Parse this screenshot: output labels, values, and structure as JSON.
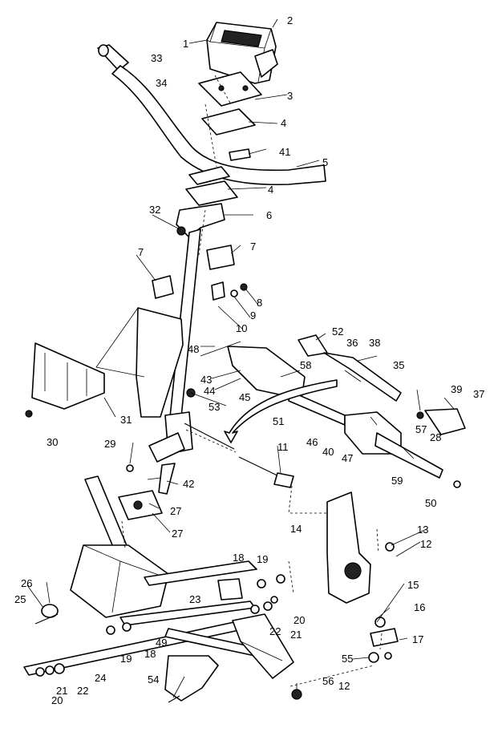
{
  "callouts": [
    {
      "id": "c1",
      "label": "1"
    },
    {
      "id": "c2",
      "label": "2"
    },
    {
      "id": "c3",
      "label": "3"
    },
    {
      "id": "c4a",
      "label": "4"
    },
    {
      "id": "c4b",
      "label": "4"
    },
    {
      "id": "c5",
      "label": "5"
    },
    {
      "id": "c6",
      "label": "6"
    },
    {
      "id": "c7a",
      "label": "7"
    },
    {
      "id": "c7b",
      "label": "7"
    },
    {
      "id": "c8",
      "label": "8"
    },
    {
      "id": "c9",
      "label": "9"
    },
    {
      "id": "c10",
      "label": "10"
    },
    {
      "id": "c11",
      "label": "11"
    },
    {
      "id": "c12a",
      "label": "12"
    },
    {
      "id": "c12b",
      "label": "12"
    },
    {
      "id": "c13",
      "label": "13"
    },
    {
      "id": "c14",
      "label": "14"
    },
    {
      "id": "c15",
      "label": "15"
    },
    {
      "id": "c16",
      "label": "16"
    },
    {
      "id": "c17",
      "label": "17"
    },
    {
      "id": "c18a",
      "label": "18"
    },
    {
      "id": "c18b",
      "label": "18"
    },
    {
      "id": "c19a",
      "label": "19"
    },
    {
      "id": "c19b",
      "label": "19"
    },
    {
      "id": "c20a",
      "label": "20"
    },
    {
      "id": "c20b",
      "label": "20"
    },
    {
      "id": "c21a",
      "label": "21"
    },
    {
      "id": "c21b",
      "label": "21"
    },
    {
      "id": "c22a",
      "label": "22"
    },
    {
      "id": "c22b",
      "label": "22"
    },
    {
      "id": "c23",
      "label": "23"
    },
    {
      "id": "c24",
      "label": "24"
    },
    {
      "id": "c25",
      "label": "25"
    },
    {
      "id": "c26",
      "label": "26"
    },
    {
      "id": "c27a",
      "label": "27"
    },
    {
      "id": "c27b",
      "label": "27"
    },
    {
      "id": "c28",
      "label": "28"
    },
    {
      "id": "c29",
      "label": "29"
    },
    {
      "id": "c30",
      "label": "30"
    },
    {
      "id": "c31",
      "label": "31"
    },
    {
      "id": "c32",
      "label": "32"
    },
    {
      "id": "c33",
      "label": "33"
    },
    {
      "id": "c34",
      "label": "34"
    },
    {
      "id": "c35",
      "label": "35"
    },
    {
      "id": "c36",
      "label": "36"
    },
    {
      "id": "c37",
      "label": "37"
    },
    {
      "id": "c38",
      "label": "38"
    },
    {
      "id": "c39",
      "label": "39"
    },
    {
      "id": "c40",
      "label": "40"
    },
    {
      "id": "c41",
      "label": "41"
    },
    {
      "id": "c42",
      "label": "42"
    },
    {
      "id": "c43",
      "label": "43"
    },
    {
      "id": "c44",
      "label": "44"
    },
    {
      "id": "c45",
      "label": "45"
    },
    {
      "id": "c46",
      "label": "46"
    },
    {
      "id": "c47",
      "label": "47"
    },
    {
      "id": "c48",
      "label": "48"
    },
    {
      "id": "c49",
      "label": "49"
    },
    {
      "id": "c50",
      "label": "50"
    },
    {
      "id": "c51",
      "label": "51"
    },
    {
      "id": "c52",
      "label": "52"
    },
    {
      "id": "c53",
      "label": "53"
    },
    {
      "id": "c54",
      "label": "54"
    },
    {
      "id": "c55",
      "label": "55"
    },
    {
      "id": "c56",
      "label": "56"
    },
    {
      "id": "c57",
      "label": "57"
    },
    {
      "id": "c58",
      "label": "58"
    },
    {
      "id": "c59",
      "label": "59"
    }
  ]
}
